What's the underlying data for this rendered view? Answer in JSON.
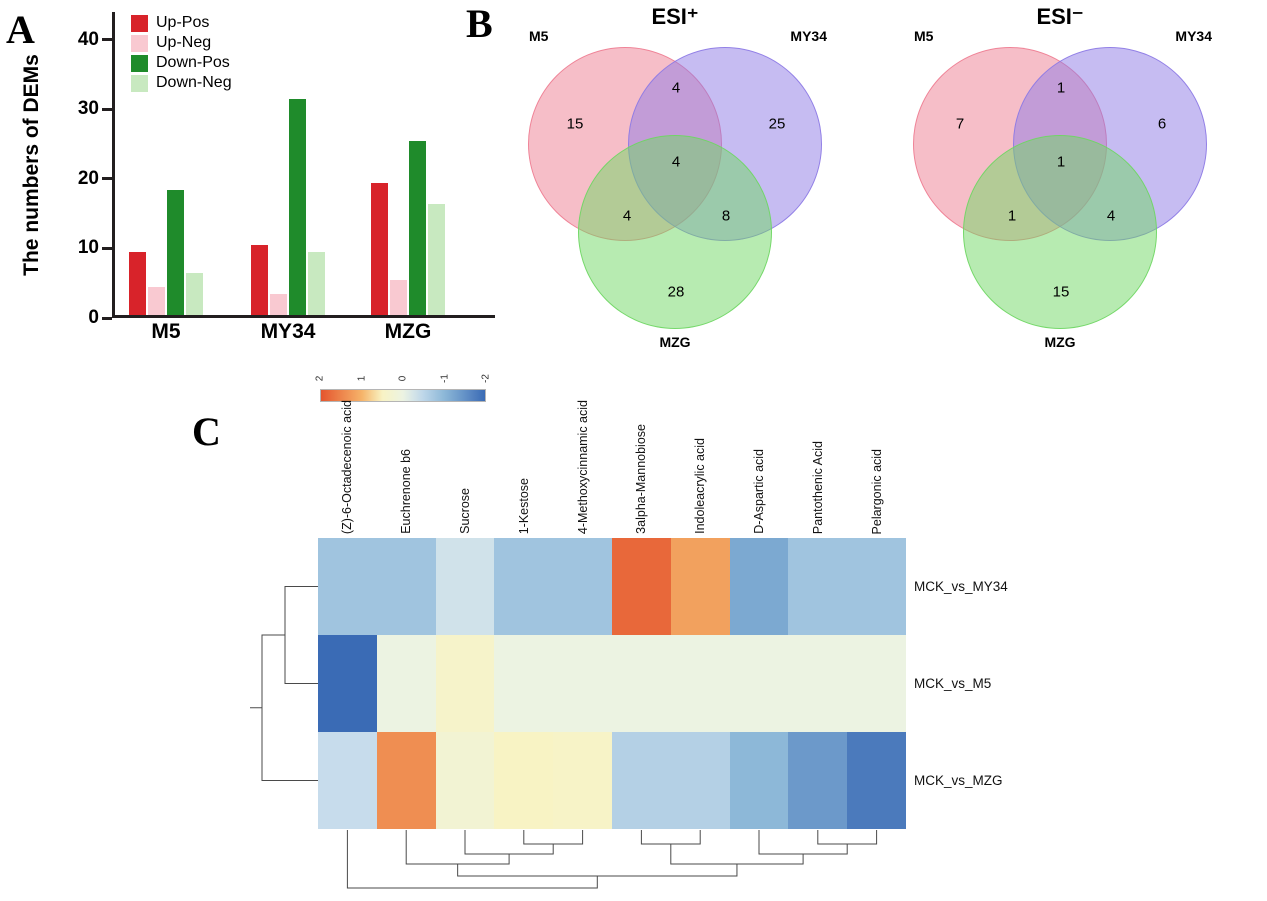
{
  "panels": {
    "a_label": "A",
    "b_label": "B",
    "c_label": "C"
  },
  "chart_data": [
    {
      "id": "dem_bar_chart",
      "type": "bar",
      "title": "",
      "xlabel": "",
      "ylabel": "The numbers of DEMs",
      "categories": [
        "M5",
        "MY34",
        "MZG"
      ],
      "series": [
        {
          "name": "Up-Pos",
          "color": "#d8232a",
          "values": [
            9,
            10,
            19
          ]
        },
        {
          "name": "Up-Neg",
          "color": "#f9c9d1",
          "values": [
            4,
            3,
            5
          ]
        },
        {
          "name": "Down-Pos",
          "color": "#1f8b2b",
          "values": [
            18,
            31,
            25
          ]
        },
        {
          "name": "Down-Neg",
          "color": "#c8e9c0",
          "values": [
            6,
            9,
            16
          ]
        }
      ],
      "ylim": [
        0,
        44
      ],
      "yticks": [
        0,
        10,
        20,
        30,
        40
      ],
      "grid": false,
      "legend_position": "top-left"
    },
    {
      "id": "venn_esi_plus",
      "type": "venn3",
      "title": "ESI⁺",
      "set_labels": [
        "M5",
        "MY34",
        "MZG"
      ],
      "colors": [
        "#ee7d92",
        "#8d7ae6",
        "#6fd763"
      ],
      "regions": {
        "m5": 15,
        "my34": 25,
        "mzg": 28,
        "m5_my34": 4,
        "m5_mzg": 4,
        "my34_mzg": 8,
        "all": 4
      }
    },
    {
      "id": "venn_esi_minus",
      "type": "venn3",
      "title": "ESI⁻",
      "set_labels": [
        "M5",
        "MY34",
        "MZG"
      ],
      "colors": [
        "#ee7d92",
        "#8d7ae6",
        "#6fd763"
      ],
      "regions": {
        "m5": 7,
        "my34": 6,
        "mzg": 15,
        "m5_my34": 1,
        "m5_mzg": 1,
        "my34_mzg": 4,
        "all": 1
      }
    },
    {
      "id": "dem_heatmap",
      "type": "heatmap",
      "columns": [
        "(Z)-6-Octadecenoic acid",
        "Euchrenone b6",
        "Sucrose",
        "1-Kestose",
        "4-Methoxycinnamic acid",
        "3alpha-Mannobiose",
        "Indoleacrylic acid",
        "D-Aspartic acid",
        "Pantothenic Acid",
        "Pelargonic acid"
      ],
      "rows": [
        "MCK_vs_MY34",
        "MCK_vs_M5",
        "MCK_vs_MZG"
      ],
      "values": [
        [
          -0.8,
          -0.8,
          -0.3,
          -0.8,
          -0.8,
          1.8,
          1.2,
          -1.2,
          -0.8,
          -0.8
        ],
        [
          -2.0,
          0.0,
          0.4,
          0.0,
          0.0,
          0.0,
          0.0,
          0.0,
          0.0,
          0.0
        ],
        [
          -0.4,
          1.4,
          0.25,
          0.5,
          0.45,
          -0.6,
          -0.6,
          -1.0,
          -1.4,
          -1.8
        ]
      ],
      "legend_ticks": [
        "2",
        "1",
        "0",
        "-1",
        "-2"
      ],
      "legend_range": [
        2,
        -2
      ],
      "colormap": [
        {
          "v": -2,
          "color": "#3a6bb5"
        },
        {
          "v": -1,
          "color": "#8db8d8"
        },
        {
          "v": -0.4,
          "color": "#c7dcec"
        },
        {
          "v": 0,
          "color": "#ecf3e2"
        },
        {
          "v": 0.5,
          "color": "#f8f3c4"
        },
        {
          "v": 1,
          "color": "#f6b46a"
        },
        {
          "v": 2,
          "color": "#e4552e"
        }
      ]
    }
  ]
}
